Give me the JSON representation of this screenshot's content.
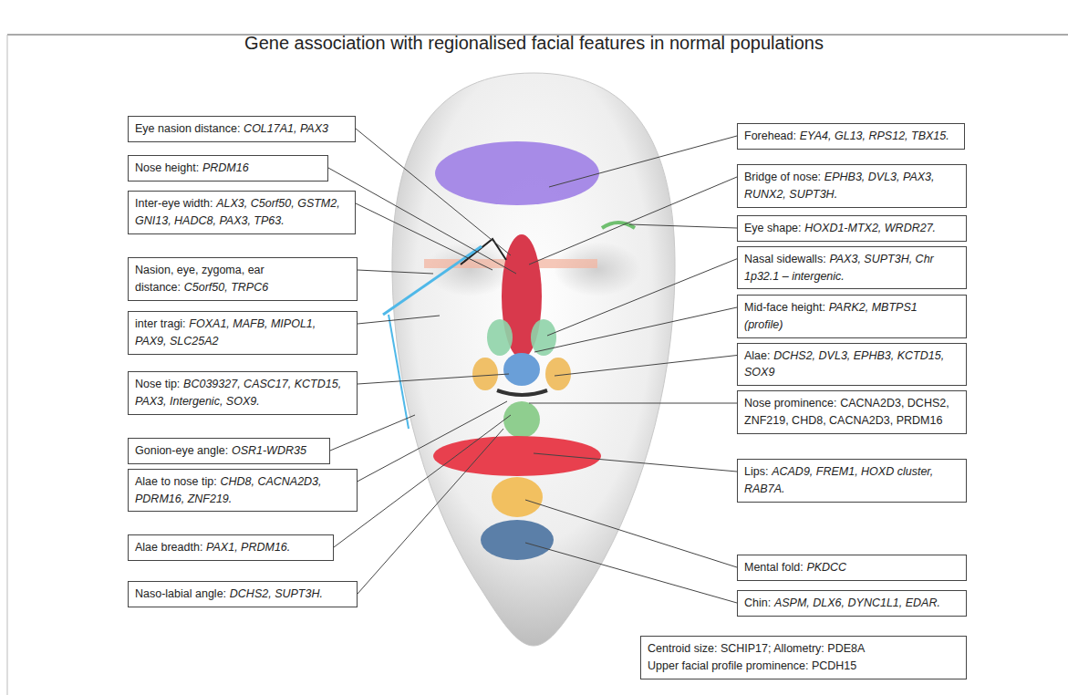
{
  "diagram": {
    "title": "Gene association with regionalised facial features in normal populations",
    "nodes": [
      {
        "text": [
          "Eye nasion distance:",
          "COL17A1, PAX3"
        ]
      },
      {
        "text": [
          "Nose height:",
          "PRDM16"
        ]
      },
      {
        "text": [
          "Inter-eye width:",
          "ALX3, C5orf50, GSTM2, GNI13, HADC8, PAX3, TP63."
        ]
      },
      {
        "text": [
          "Nasion, eye, zygoma, ear distance:",
          "C5orf50, TRPC6"
        ]
      },
      {
        "text": [
          "inter tragi:",
          "FOXA1, MAFB, MIPOL1, PAX9, SLC25A2"
        ]
      },
      {
        "text": [
          "Nose tip:",
          "BC039327, CASC17, KCTD15, PAX3, Intergenic, SOX9."
        ]
      },
      {
        "text": [
          "Gonion-eye angle:",
          "OSR1-WDR35"
        ]
      },
      {
        "text": [
          "Alae to nose tip:",
          "CHD8, CACNA2D3, PDRM16, ZNF219."
        ]
      },
      {
        "text": [
          "Alae breadth:",
          "PAX1, PRDM16."
        ]
      },
      {
        "text": [
          "Naso-labial angle:",
          "DCHS2, SUPT3H."
        ]
      },
      {
        "text": [
          "Forehead:",
          "EYA4, GL13, RPS12, TBX15."
        ]
      },
      {
        "text": [
          "Bridge of nose:",
          "EPHB3, DVL3, PAX3, RUNX2, SUPT3H."
        ]
      },
      {
        "text": [
          "Eye shape:",
          "HOXD1-MTX2, WRDR27."
        ]
      },
      {
        "text": [
          "Nasal sidewalls:",
          "PAX3, SUPT3H, Chr 1p32.1 – intergenic."
        ]
      },
      {
        "text": [
          "Mid-face height:",
          "PARK2, MBTPS1 (profile)"
        ]
      },
      {
        "text": [
          "Alae:",
          "DCHS2, DVL3, EPHB3, KCTD15, SOX9"
        ]
      },
      {
        "text": [
          "Nose prominence:",
          "CACNA2D3, DCHS2, ZNF219, CHD8, CACNA2D3, PRDM16"
        ]
      },
      {
        "text": [
          "Lips:",
          "ACAD9, FREM1, HOXD cluster, RAB7A."
        ]
      },
      {
        "text": [
          "Mental fold:",
          "PKDCC"
        ]
      },
      {
        "text": [
          "Chin:",
          "ASPM, DLX6, DYNC1L1, EDAR."
        ]
      },
      {
        "text": [
          "Centroid size: SCHIP17; Allometry: PDE8A",
          "Upper facial profile prominence: PCDH15"
        ]
      }
    ]
  }
}
